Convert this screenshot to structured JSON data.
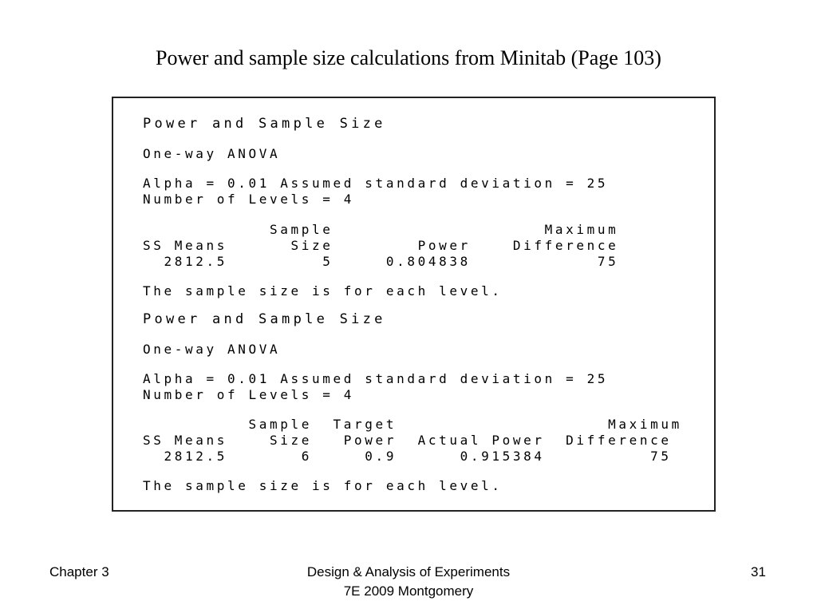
{
  "title": "Power and sample size calculations from Minitab (Page 103)",
  "output": {
    "block1": {
      "heading": "Power and Sample Size",
      "test": "One-way ANOVA",
      "params1": "Alpha = 0.01 Assumed standard deviation = 25",
      "params2": "Number of Levels = 4",
      "table": [
        "            Sample                    Maximum",
        "SS Means      Size        Power    Difference",
        "  2812.5         5     0.804838            75"
      ],
      "note": "The sample size is for each level."
    },
    "block2": {
      "heading": "Power and Sample Size",
      "test": "One-way ANOVA",
      "params1": "Alpha = 0.01 Assumed standard deviation = 25",
      "params2": "Number of Levels = 4",
      "table": [
        "          Sample  Target                    Maximum",
        "SS Means    Size   Power  Actual Power  Difference",
        "  2812.5       6     0.9      0.915384          75"
      ],
      "note": "The sample size is for each level."
    }
  },
  "footer": {
    "left": "Chapter 3",
    "center1": "Design & Analysis of Experiments",
    "center2": "7E 2009 Montgomery",
    "page": "31"
  }
}
